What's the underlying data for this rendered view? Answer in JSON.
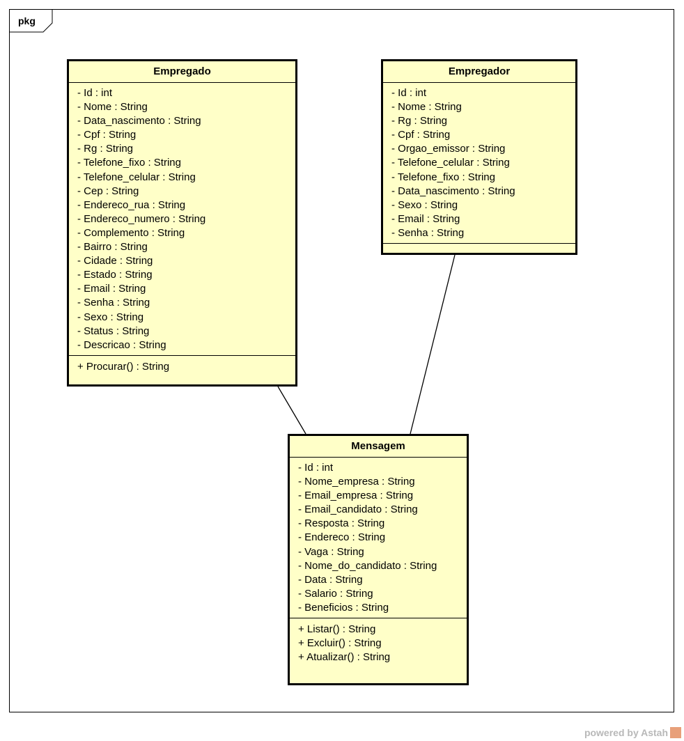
{
  "package": {
    "label": "pkg"
  },
  "classes": {
    "empregado": {
      "name": "Empregado",
      "attributes": [
        "- Id : int",
        "- Nome : String",
        "- Data_nascimento : String",
        "- Cpf : String",
        "- Rg : String",
        "- Telefone_fixo : String",
        "- Telefone_celular : String",
        "- Cep : String",
        "- Endereco_rua : String",
        "- Endereco_numero : String",
        "- Complemento : String",
        "- Bairro : String",
        "- Cidade : String",
        "- Estado : String",
        "- Email : String",
        "- Senha : String",
        "- Sexo : String",
        "- Status : String",
        "- Descricao : String"
      ],
      "operations": [
        "+ Procurar() : String"
      ]
    },
    "empregador": {
      "name": "Empregador",
      "attributes": [
        "- Id : int",
        "- Nome : String",
        "- Rg : String",
        "- Cpf : String",
        "- Orgao_emissor : String",
        "- Telefone_celular : String",
        "- Telefone_fixo : String",
        "- Data_nascimento : String",
        "- Sexo : String",
        "- Email : String",
        "- Senha : String"
      ],
      "operations": []
    },
    "mensagem": {
      "name": "Mensagem",
      "attributes": [
        "- Id : int",
        "- Nome_empresa : String",
        "- Email_empresa : String",
        "- Email_candidato : String",
        "- Resposta : String",
        "- Endereco : String",
        "- Vaga : String",
        "- Nome_do_candidato : String",
        "- Data : String",
        "- Salario : String",
        "- Beneficios : String"
      ],
      "operations": [
        "+ Listar() : String",
        "+ Excluir() : String",
        "+ Atualizar() : String"
      ]
    }
  },
  "associations": [
    {
      "from": "Empregado",
      "to": "Mensagem"
    },
    {
      "from": "Empregador",
      "to": "Mensagem"
    }
  ],
  "watermark": {
    "text": "powered by Astah"
  },
  "colors": {
    "class_fill": "#ffffc8",
    "border": "#000000",
    "watermark": "#b8b8b8"
  }
}
